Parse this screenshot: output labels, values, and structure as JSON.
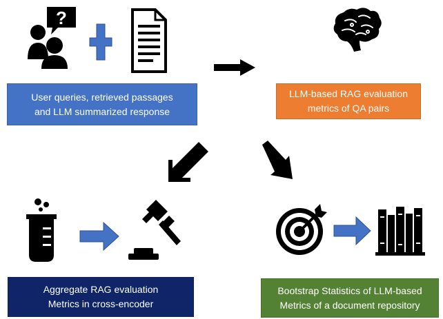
{
  "colors": {
    "box_blue": "#4472C4",
    "box_orange": "#ED7D31",
    "box_navy": "#0F2567",
    "box_green": "#548235",
    "icon_black": "#000000",
    "plus_blue": "#4472C4",
    "arrow_blue": "#4472C4",
    "arrow_blue_edge": "#2F528F"
  },
  "nodes": {
    "user_queries": {
      "lines": [
        "User queries, retrieved passages",
        "and LLM summarized response"
      ]
    },
    "llm_metrics": {
      "lines": [
        "LLM-based RAG evaluation",
        "metrics of QA pairs"
      ]
    },
    "aggregate": {
      "lines": [
        "Aggregate RAG evaluation",
        "Metrics in cross-encoder"
      ]
    },
    "bootstrap": {
      "lines": [
        "Bootstrap Statistics of LLM-based",
        "Metrics of a document repository"
      ]
    }
  },
  "icons": {
    "users": "users-question-icon",
    "plus": "plus-icon",
    "document": "document-icon",
    "brain": "brain-icon",
    "beaker": "beaker-icon",
    "gavel": "gavel-icon",
    "target": "target-icon",
    "books": "books-icon"
  }
}
